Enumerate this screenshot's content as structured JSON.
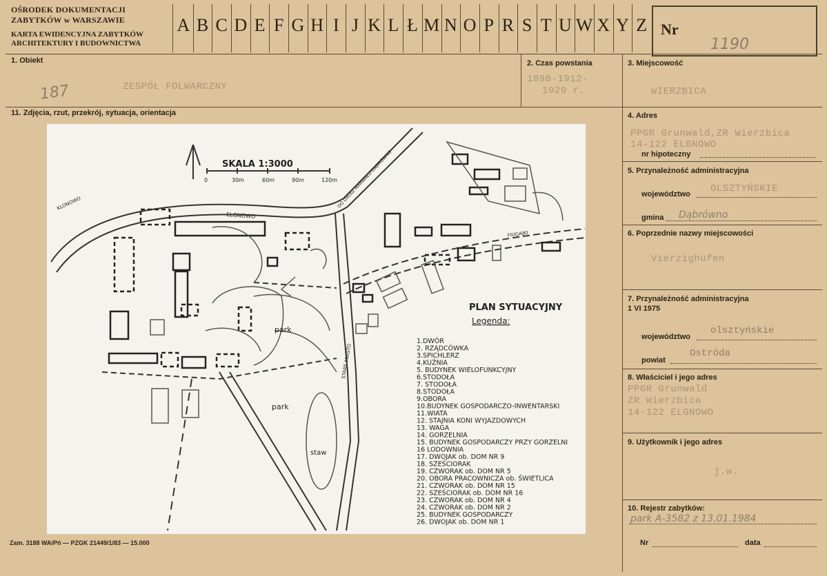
{
  "header": {
    "institution_line1": "OŚRODEK DOKUMENTACJI",
    "institution_line2": "ZABYTKÓW w WARSZAWIE",
    "card_title_line1": "KARTA EWIDENCYJNA ZABYTKÓW",
    "card_title_line2": "ARCHITEKTURY I BUDOWNICTWA",
    "letters": [
      "A",
      "B",
      "C",
      "D",
      "E",
      "F",
      "G",
      "H",
      "I",
      "J",
      "K",
      "L",
      "Ł",
      "M",
      "N",
      "O",
      "P",
      "R",
      "S",
      "T",
      "U",
      "W",
      "X",
      "Y",
      "Z"
    ],
    "nr_label": "Nr",
    "nr_value": "1190"
  },
  "fields": {
    "obiekt_label": "1. Obiekt",
    "obiekt_value": "ZESPÓŁ  FOLWARCZNY",
    "obiekt_pencil": "187",
    "czas_label": "2. Czas powstania",
    "czas_line1": "1898-1912-",
    "czas_line2": "1929 r.",
    "miejscowosc_label": "3. Miejscowość",
    "miejscowosc_value": "WIERZBICA",
    "zdjecia_label": "11. Zdjęcia, rzut, przekrój, sytuacja, orientacja",
    "adres_label": "4. Adres",
    "adres_line1": "PPGR Grunwald,ZR Wierzbica",
    "adres_line2": "14-122      ELGNOWO",
    "hipoteczny_label": "nr hipoteczny",
    "przynaleznosc_label": "5. Przynależność administracyjna",
    "wojewodztwo_label": "województwo",
    "wojewodztwo_value": "OLSZTYŃSKIE",
    "gmina_label": "gmina",
    "gmina_value": "Dąbrówno",
    "poprzednie_label": "6. Poprzednie nazwy miejscowości",
    "poprzednie_value": "Vierzighufen",
    "przynaleznosc1975_label": "7. Przynależność administracyjna",
    "przynaleznosc1975_sub": "1 VI 1975",
    "wojewodztwo1975_label": "województwo",
    "wojewodztwo1975_value": "olsztyńskie",
    "powiat_label": "powiat",
    "powiat_value": "Ostróda",
    "wlasciciel_label": "8. Właściciel i jego adres",
    "wlasciciel_line1": "PPGR Grunwald",
    "wlasciciel_line2": "ZR Wierzbica",
    "wlasciciel_line3": "14-122  ELGNOWO",
    "uzytkownik_label": "9. Użytkownik i jego adres",
    "uzytkownik_value": "j.w.",
    "rejestr_label": "10. Rejestr zabytków:",
    "rejestr_value": "park A-3582   z 13.01.1984",
    "nr_label": "Nr",
    "data_label": "data"
  },
  "plan": {
    "title": "PLAN SYTUACYJNY",
    "legend_title": "Legenda:",
    "scale": "SKALA 1:3000",
    "scale_ticks": [
      "0",
      "30m",
      "60m",
      "90m",
      "120m"
    ],
    "legend": [
      "1.DWÓR",
      "2. RZĄDCÓWKA",
      "3.SPICHLERZ",
      "4.KUŹNIA",
      "5. BUDYNEK  WIELOFUNKCYJNY",
      "6.STODOŁA",
      "7. STODOŁA",
      "8.STODOŁA",
      "9.OBORA",
      "10.BUDYNEK  GOSPODARCZO-INWENTARSKI",
      "11.WIATA",
      "12. STAJNIA KONI WYJAZDOWYCH",
      "13. WAGA",
      "14. GORZELNIA",
      "15. BUDYNEK GOSPODARCZY PRZY GORZELNI",
      "16 LODOWNIA",
      "17. DWOJAK  ob. DOM NR 9",
      "18. SZEŚCIORAK",
      "19. CZWORAK ob. DOM NR 5",
      "20. OBORA  PRACOWNICZA  ob. ŚWIETLICA",
      "21. CZWORAK ob. DOM NR 15",
      "22. SZEŚCIORAK  ob. DOM  NR 16",
      "23. CZWORAK  ob. DOM  NR 4",
      "24. CZWORAK  ob. DOM  NR 2",
      "25. BUDYNEK  GOSPODARCZY",
      "26. DWOJAK ob. DOM NR 1"
    ],
    "labels": {
      "park1": "park",
      "park2": "park",
      "staw": "staw",
      "elgnowo": "ELGNOWO",
      "klonowo": "KLONOWO",
      "road_dobrowno": "DO DROGI MARWAŁD-DĄBRÓWNO",
      "fiugajki": "FIUGAJKI",
      "stare_miasto": "STARE MIASTO"
    }
  },
  "footer": "Zam. 3188 WA/Pń — PZGK 21449/1/83 — 15.000"
}
